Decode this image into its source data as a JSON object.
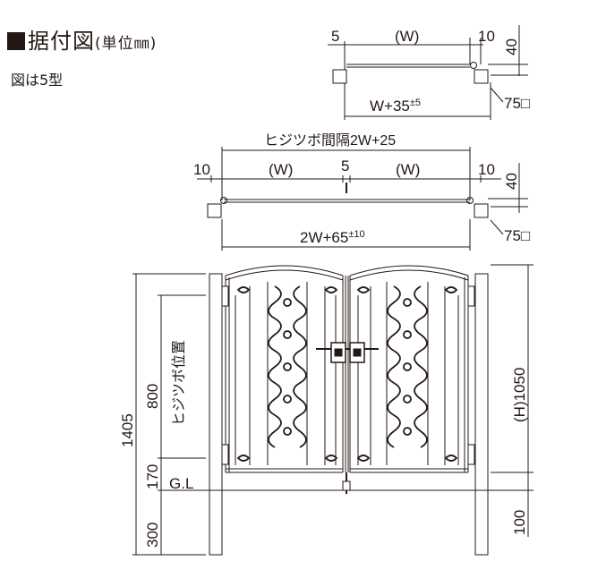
{
  "header": {
    "title": "据付図",
    "unit": "(単位㎜)",
    "subtitle": "図は5型"
  },
  "top_plan": {
    "left_gap": "5",
    "width": "(W)",
    "right_gap": "10",
    "post_offset": "40",
    "total": "W+35",
    "total_tol": "±5",
    "post_size": "75□"
  },
  "double_plan": {
    "hinge_span_label": "ヒジツボ間隔2W+25",
    "left_gap": "10",
    "left_width": "(W)",
    "center_gap": "5",
    "right_width": "(W)",
    "right_gap": "10",
    "post_offset": "40",
    "total": "2W+65",
    "total_tol": "±10",
    "post_size": "75□"
  },
  "elevation": {
    "total_height": "1405",
    "hinge_range": "800",
    "hinge_label": "ヒジツボ位置",
    "ground_gap": "170",
    "ground_label": "G.L",
    "embed_depth": "300",
    "gate_height": "(H)1050",
    "clearance": "100"
  }
}
